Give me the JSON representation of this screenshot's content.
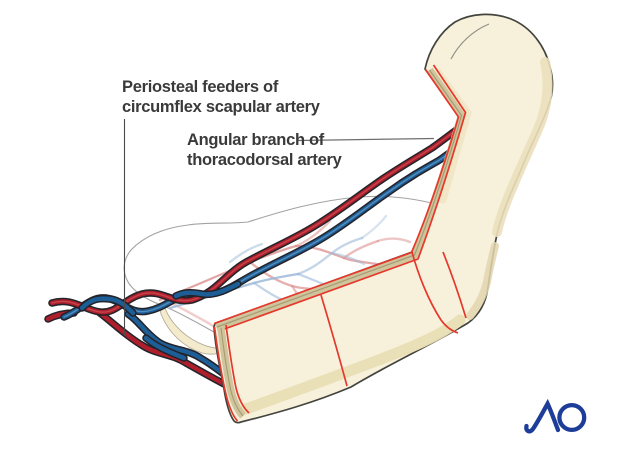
{
  "figure": {
    "labels": [
      {
        "id": "periosteal-feeders",
        "line1": "Periosteal feeders of",
        "line2": "circumflex scapular artery"
      },
      {
        "id": "angular-branch",
        "line1": "Angular branch of",
        "line2": "thoracodorsal artery"
      }
    ],
    "logo": {
      "text": "AO"
    },
    "colors": {
      "artery_red": "#AE1F2B",
      "vein_blue": "#1E5E97",
      "vessel_outline": "#23242A",
      "periosteal_artery_pink": "#DC8F8D",
      "periosteal_vein_blue": "#9CB9D8",
      "bone_cream": "#F7F1DB",
      "bone_shadow": "#EADFB8",
      "cortex_tan": "#CFC49B",
      "osteotomy_red": "#E6382C",
      "scapula_outline_gray": "#A3A3A3",
      "leader_line_gray": "#4A4A4A",
      "label_text": "#3A3A3A",
      "logo_blue": "#1E3D99",
      "background": "#FFFFFF"
    }
  }
}
